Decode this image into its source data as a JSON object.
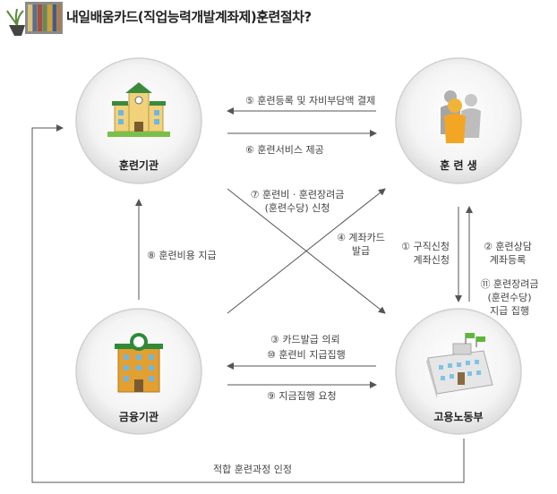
{
  "title": "내일배움카드(직업능력개발계좌제)훈련절차?",
  "nodes": {
    "institution": "훈련기관",
    "trainee": "훈 련 생",
    "bank": "금융기관",
    "ministry": "고용노동부"
  },
  "steps": {
    "s5": "⑤ 훈련등록 및 자비부담액 결제",
    "s6": "⑥ 훈련서비스 제공",
    "s7_line1": "⑦ 훈련비 · 훈련장려금",
    "s7_line2": "(훈련수당) 신청",
    "s4_line1": "④ 계좌카드",
    "s4_line2": "발급",
    "s8": "⑧ 훈련비용 지급",
    "s1_line1": "① 구직신청",
    "s1_line2": "계좌신청",
    "s2_line1": "② 훈련상담",
    "s2_line2": "계좌등록",
    "s11_line1": "⑪ 훈련장려금",
    "s11_line2": "(훈련수당)",
    "s11_line3": "지급 집행",
    "s3": "③ 카드발급 의뢰",
    "s10": "⑩ 훈련비 지급집행",
    "s9": "⑨ 지금집행 요청",
    "bottom": "적합 훈련과정 인정"
  }
}
